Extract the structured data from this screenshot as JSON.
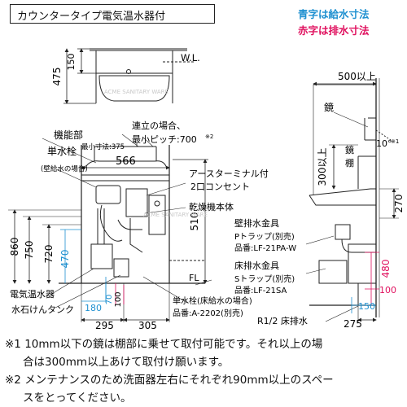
{
  "title": "カウンタータイプ電気温水器付",
  "legend": {
    "supply": "青字は給水寸法",
    "drain": "赤字は排水寸法",
    "supply_color": "#1e90d0",
    "drain_color": "#e0115f"
  },
  "front_view": {
    "dim_150": "150",
    "dim_475": "475",
    "wl_label": "W.L."
  },
  "main_view": {
    "label_function": "機能部",
    "label_faucet": "単水栓",
    "label_faucet_wall": "(壁給水の場合)",
    "dim_min_375": "最小寸法:375",
    "label_connect_1": "連立の場合、",
    "label_connect_2": "最小ピッチ:700",
    "label_note_mark_2": "※2",
    "dim_566": "566",
    "label_outlet_1": "アースターミナル付",
    "label_outlet_2": "2口コンセント",
    "label_dryer": "乾燥機本体",
    "dim_860": "860",
    "dim_750": "750",
    "dim_720": "720",
    "dim_470": "470",
    "dim_510": "510",
    "label_fl": "FL",
    "label_heater": "電気温水器",
    "label_soap_tank": "水石けんタンク",
    "dim_180": "180",
    "dim_70": "70",
    "dim_100": "100",
    "dim_295": "295",
    "dim_305": "305",
    "label_floor_faucet_1": "単水栓(床給水の場合)",
    "label_floor_faucet_2": "品番:A-2202(別売)"
  },
  "side_view": {
    "dim_500_up": "500以上",
    "label_mirror": "鏡",
    "dim_10_deg": "10°",
    "label_note_mark_1": "※1",
    "label_mirror_shelf_1": "鏡",
    "label_mirror_shelf_2": "棚",
    "dim_300_up": "300以上",
    "dim_270": "270",
    "label_wall_drain": "壁排水金具",
    "label_p_trap": "Pトラップ(別売)",
    "label_p_trap_no": "品番:LF-21PA-W",
    "label_floor_drain": "床排水金具",
    "label_s_trap": "Sトラップ(別売)",
    "label_s_trap_no": "品番:LF-21SA",
    "dim_480": "480",
    "dim_100": "100",
    "dim_150": "150",
    "dim_275": "275",
    "label_floor_drain_pos": "R1/2 床排水"
  },
  "notes": {
    "note1_line1": "※1 10mm以下の鏡は棚部に乗せて取付可能です。それ以上の場",
    "note1_line2": "合は300mm以上あけて取付け願います。",
    "note2_line1": "※2 メンテナンスのため洗面器左右にそれぞれ90mm以上のスペー",
    "note2_line2": "スをとってください。"
  },
  "watermarks": {
    "top": "ACME SANITARY WARE",
    "middle": "ACME SANITARY WARE"
  }
}
